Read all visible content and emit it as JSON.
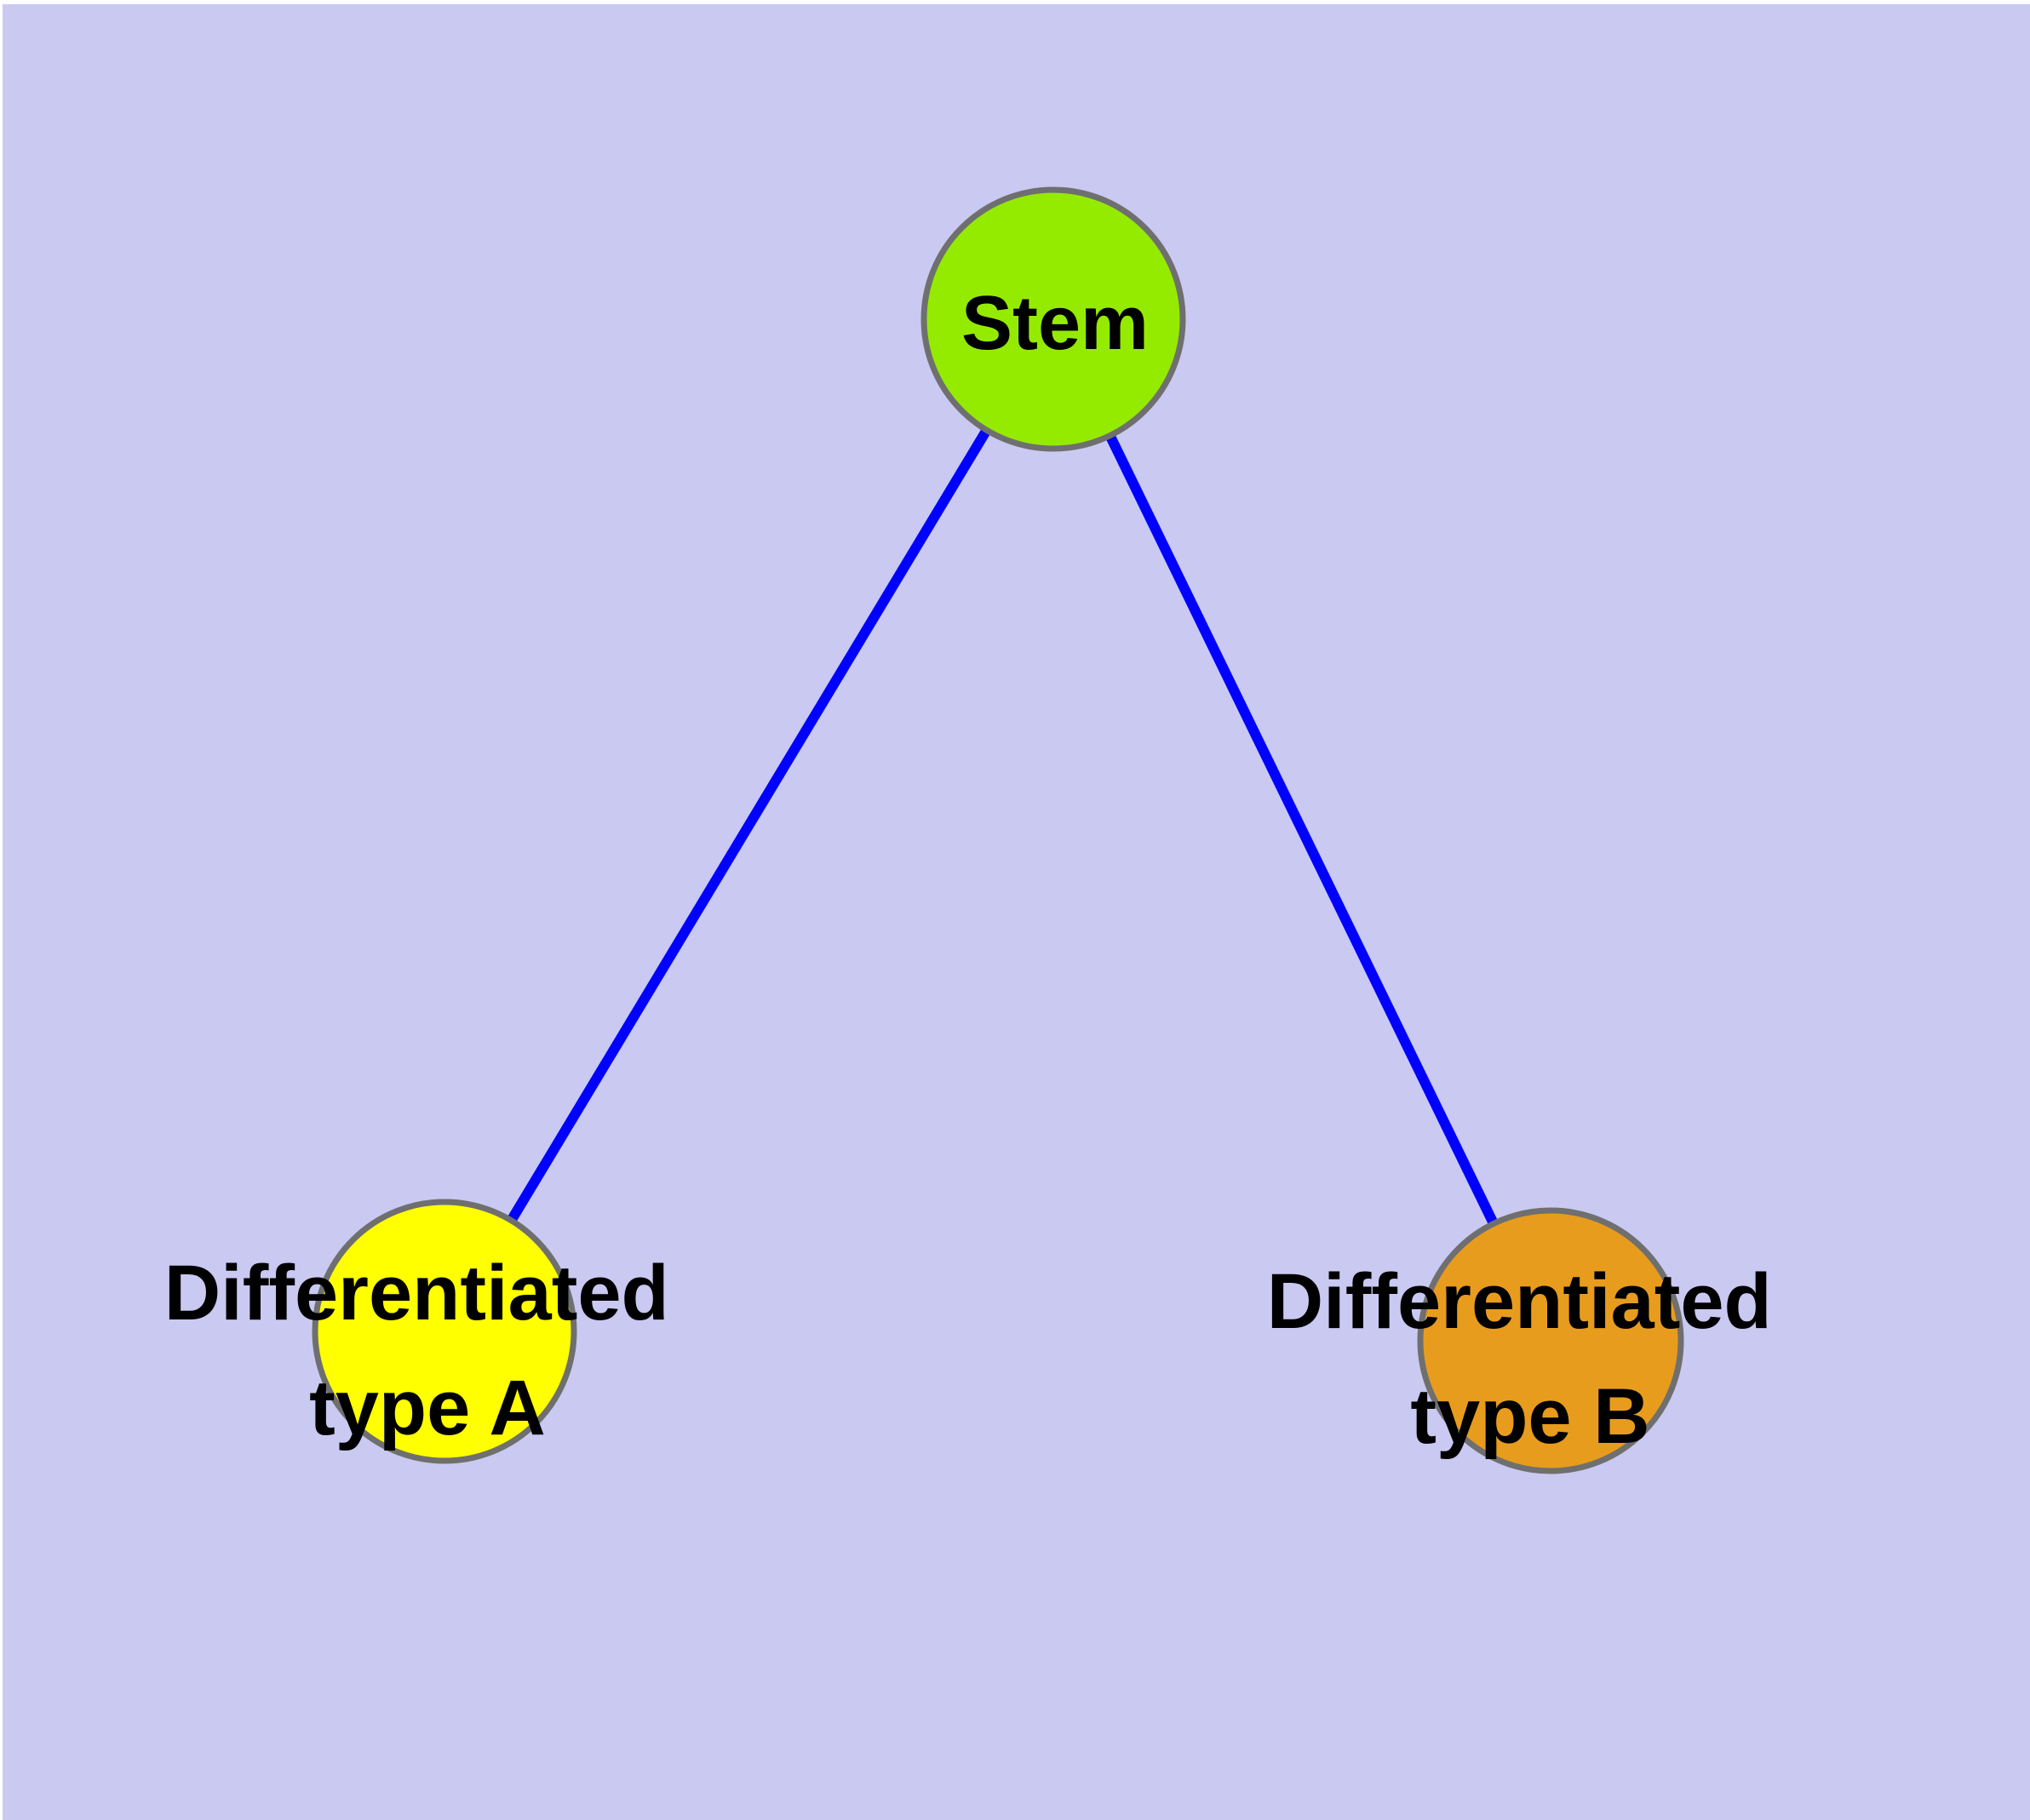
{
  "colors": {
    "page_margin": "#FFFFFF",
    "background": "#C9C9F2",
    "edge": "#0000FF",
    "node_border": "#6F6F6F",
    "label_text": "#000000"
  },
  "nodes": {
    "stem": {
      "label": "Stem",
      "fill": "#95EB00"
    },
    "type_a": {
      "line1": "Differentiated",
      "line2": "type A",
      "label": "Differentiated type A",
      "fill": "#FFFF00"
    },
    "type_b": {
      "line1": "Differentiated",
      "line2": "type B",
      "label": "Differentiated type B",
      "fill": "#E89C1D"
    }
  },
  "edges": [
    {
      "from": "Stem",
      "to": "Differentiated type A"
    },
    {
      "from": "Stem",
      "to": "Differentiated type B"
    }
  ]
}
